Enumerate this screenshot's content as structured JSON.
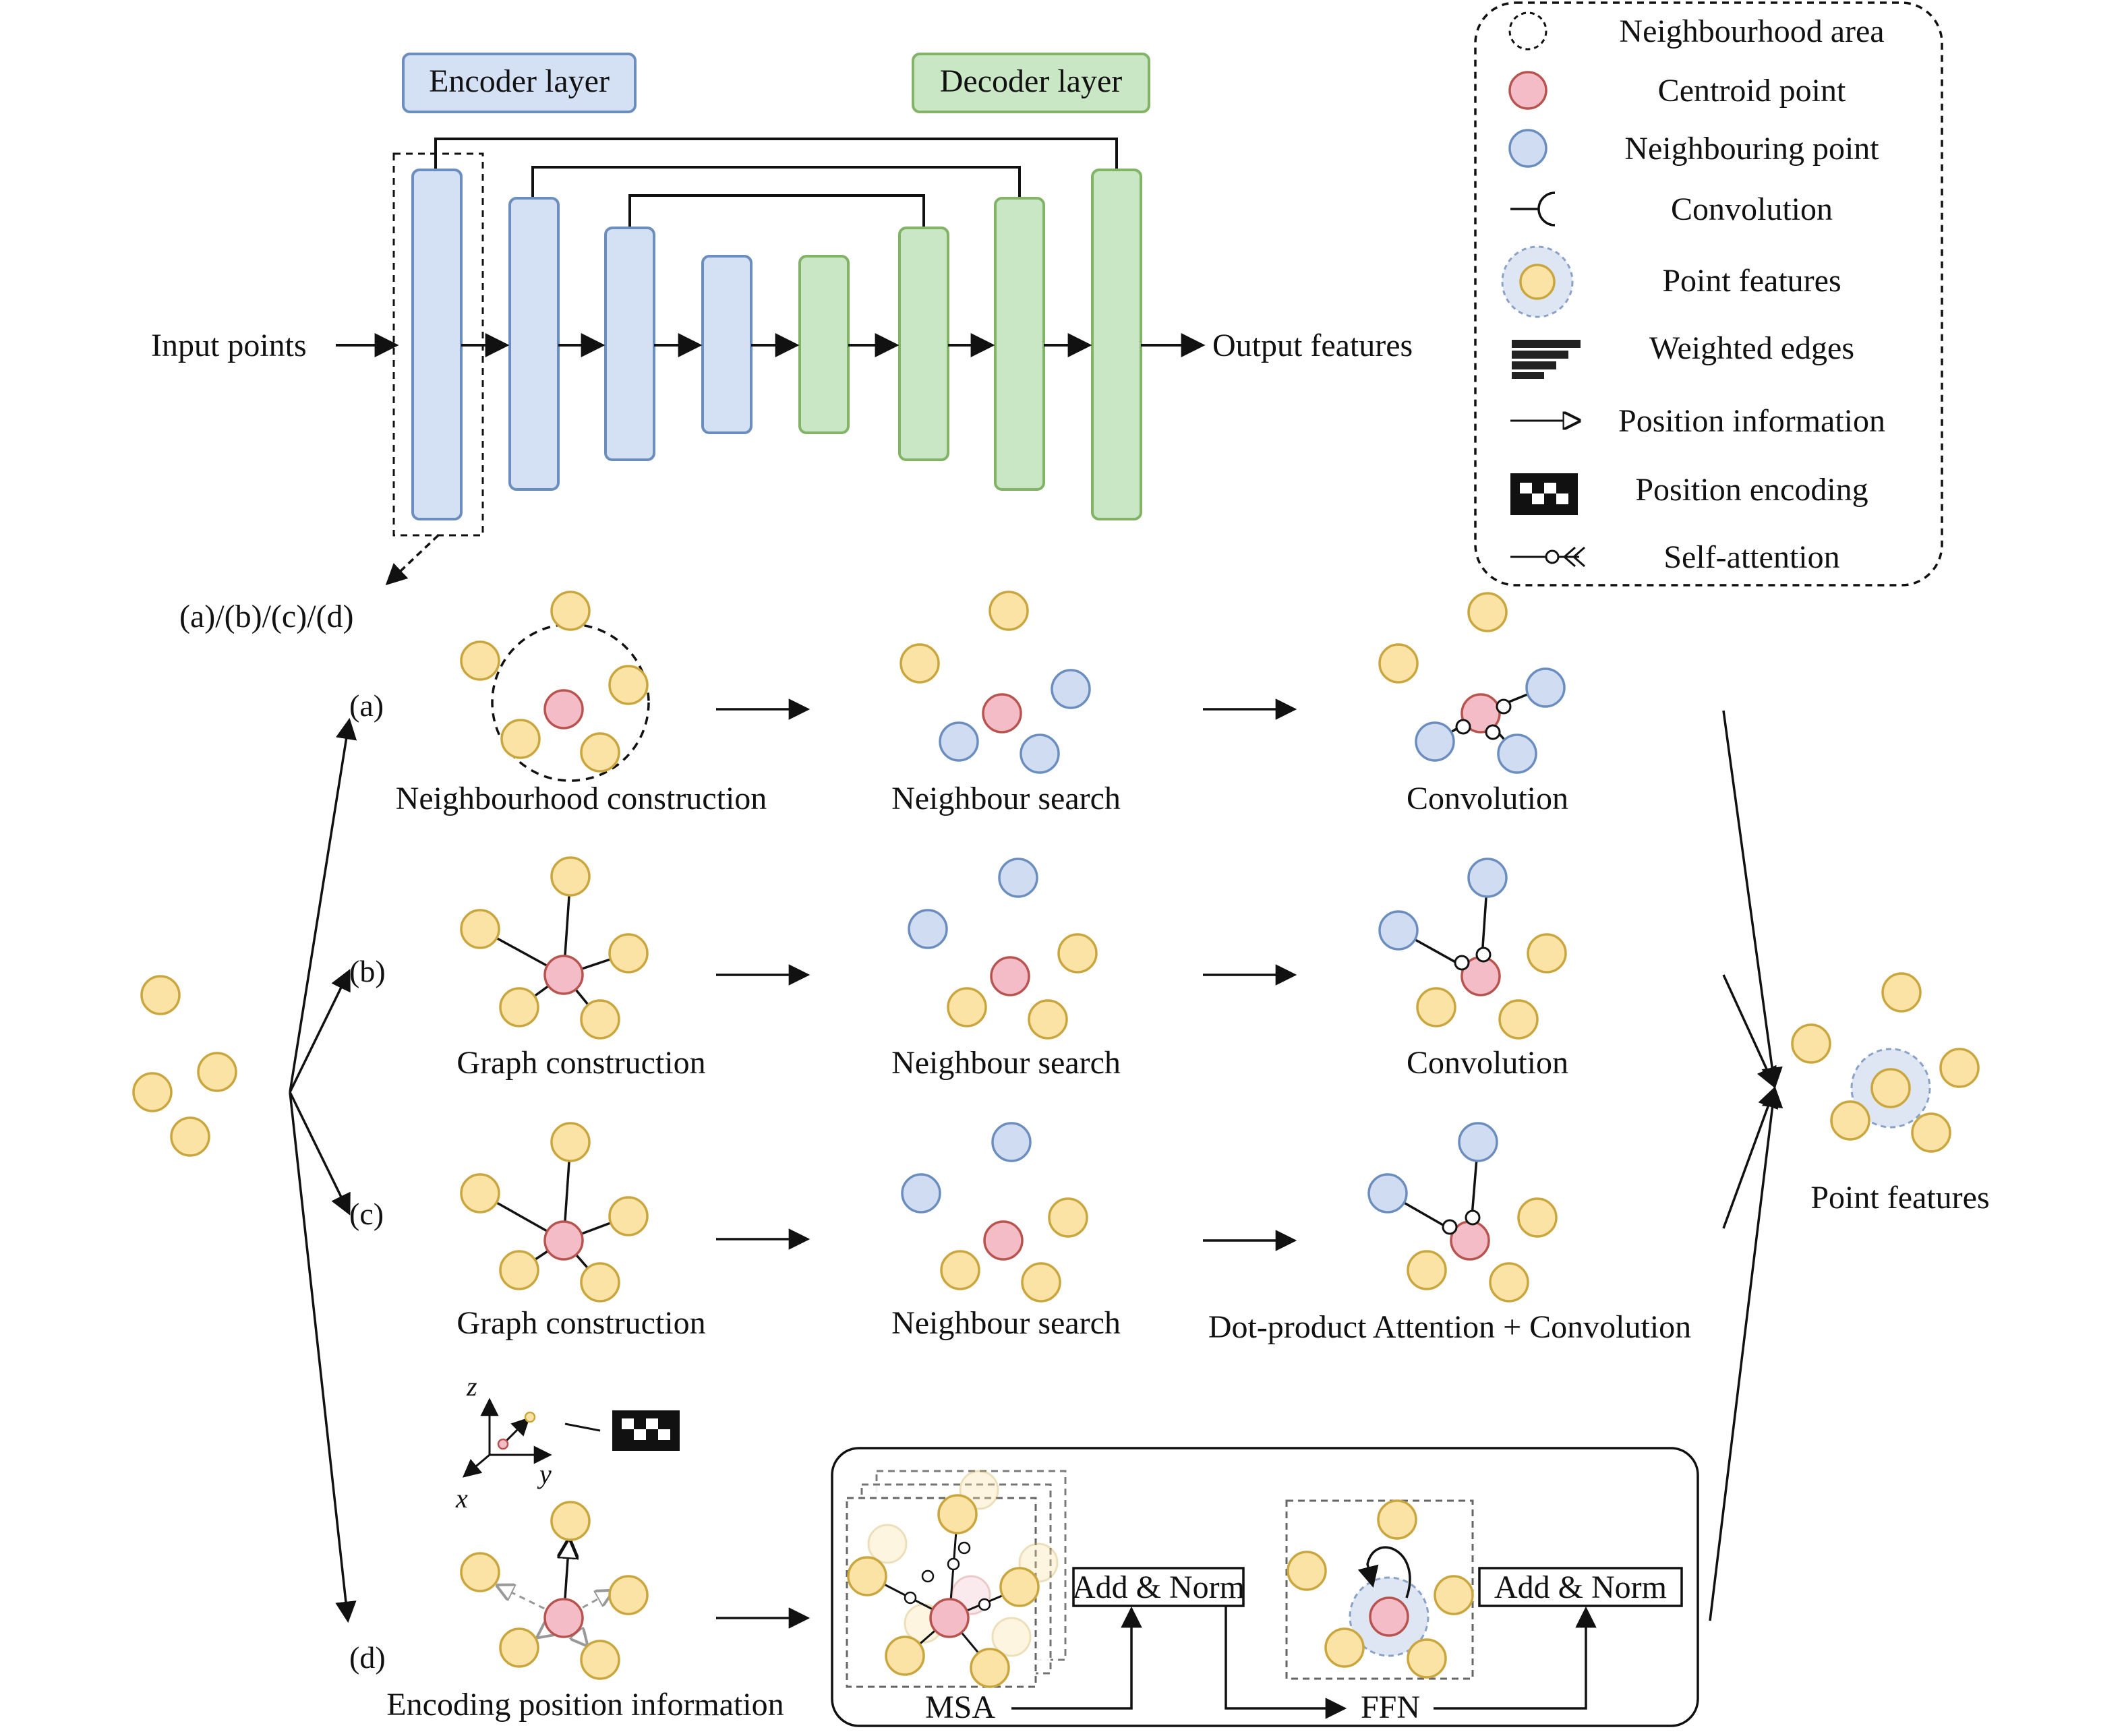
{
  "colors": {
    "encoder_fill": "#d4e1f5",
    "encoder_stroke": "#6c8ebf",
    "decoder_fill": "#c9e6c5",
    "decoder_stroke": "#82b366",
    "centroid_fill": "#f4bcc6",
    "centroid_stroke": "#b85450",
    "neighbour_fill": "#cfdcf2",
    "neighbour_stroke": "#6c8ebf",
    "point_fill": "#fbe3a6",
    "point_stroke": "#c9a63e",
    "feature_halo": "#dfe6f3"
  },
  "architecture": {
    "encoder_label": "Encoder layer",
    "decoder_label": "Decoder layer",
    "input_label": "Input points",
    "output_label": "Output features",
    "detail_label": "(a)/(b)/(c)/(d)"
  },
  "legend": {
    "items": [
      {
        "icon": "dashed-circle-icon",
        "label": "Neighbourhood area"
      },
      {
        "icon": "centroid-point-icon",
        "label": "Centroid point"
      },
      {
        "icon": "neighbouring-point-icon",
        "label": "Neighbouring point"
      },
      {
        "icon": "convolution-icon",
        "label": "Convolution"
      },
      {
        "icon": "point-features-icon",
        "label": "Point features"
      },
      {
        "icon": "weighted-edges-icon",
        "label": "Weighted edges"
      },
      {
        "icon": "position-information-icon",
        "label": "Position information"
      },
      {
        "icon": "position-encoding-icon",
        "label": "Position encoding"
      },
      {
        "icon": "self-attention-icon",
        "label": "Self-attention"
      }
    ]
  },
  "branches": {
    "a": {
      "tag": "(a)",
      "step1": "Neighbourhood construction",
      "step2": "Neighbour search",
      "step3": "Convolution"
    },
    "b": {
      "tag": "(b)",
      "step1": "Graph construction",
      "step2": "Neighbour search",
      "step3": "Convolution"
    },
    "c": {
      "tag": "(c)",
      "step1": "Graph construction",
      "step2": "Neighbour search",
      "step3": "Dot-product Attention + Convolution"
    },
    "d": {
      "tag": "(d)",
      "step1": "Encoding position information",
      "axis_x": "x",
      "axis_y": "y",
      "axis_z": "z",
      "add_norm_1": "Add & Norm",
      "add_norm_2": "Add & Norm",
      "msa": "MSA",
      "ffn": "FFN"
    }
  },
  "result_label": "Point features"
}
